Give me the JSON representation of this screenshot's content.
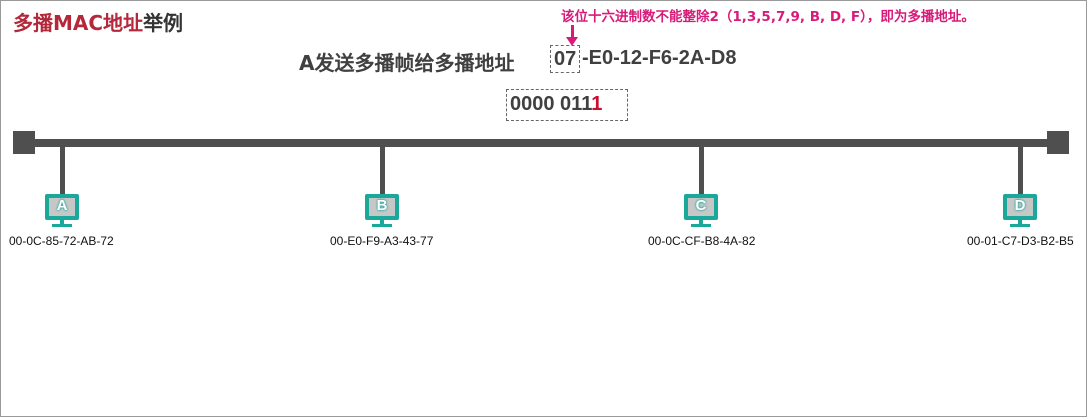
{
  "title": {
    "highlight": "多播MAC地址",
    "rest": "举例"
  },
  "note": "该位十六进制数不能整除2（1,3,5,7,9, B, D, F），即为多播地址。",
  "frame": {
    "send_label": "A发送多播帧给多播地址",
    "mac_first_byte": "07",
    "mac_rest": "-E0-12-F6-2A-D8",
    "binary_prefix": "0000 011",
    "binary_last_bit": "1"
  },
  "hosts": [
    {
      "letter": "A",
      "mac": "00-0C-85-72-AB-72"
    },
    {
      "letter": "B",
      "mac": "00-E0-F9-A3-43-77"
    },
    {
      "letter": "C",
      "mac": "00-0C-CF-B8-4A-82"
    },
    {
      "letter": "D",
      "mac": "00-01-C7-D3-B2-B5"
    }
  ],
  "colors": {
    "title_highlight": "#b3283a",
    "note": "#d81b7a",
    "host_teal": "#1aa89a",
    "bus": "#4f4f4f",
    "last_bit": "#c8102e"
  }
}
